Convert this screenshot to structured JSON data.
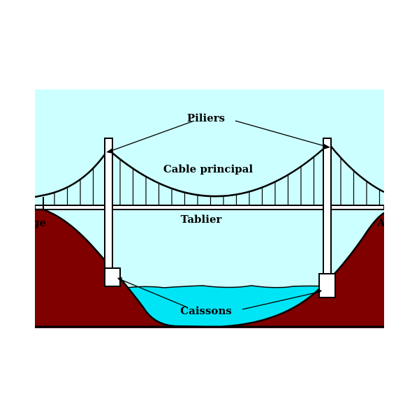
{
  "diagram": {
    "labels": {
      "piliers": "Piliers",
      "cable_principal": "Cable principal",
      "tablier": "Tablier",
      "caissons": "Caissons",
      "left_edge": "ge",
      "right_edge": "A"
    },
    "colors": {
      "sky": "#ccffff",
      "water": "#00e5f5",
      "ground": "#800000",
      "stroke": "#000000",
      "tower_fill": "#ffffff"
    }
  }
}
